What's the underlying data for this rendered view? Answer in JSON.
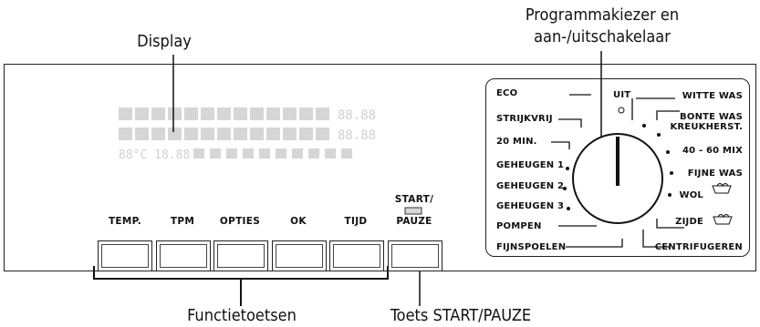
{
  "callouts": {
    "display": "Display",
    "selector_line1": "Programmakiezer en",
    "selector_line2": "aan-/uitschakelaar",
    "function_keys": "Functietoetsen",
    "start_key": "Toets START/PAUZE"
  },
  "buttons": [
    "TEMP.",
    "TPM",
    "OPTIES",
    "OK",
    "TIJD"
  ],
  "start_button": {
    "line1": "START/",
    "line2": "PAUZE"
  },
  "programs_left": [
    "ECO",
    "STRIJKVRIJ",
    "20 MIN.",
    "GEHEUGEN 1",
    "GEHEUGEN 2",
    "GEHEUGEN 3",
    "POMPEN",
    "FIJNSPOELEN"
  ],
  "programs_right": [
    "WITTE WAS",
    "BONTE WAS",
    "KREUKHERST.",
    "40 - 60 MIX",
    "FIJNE WAS",
    "WOL",
    "ZIJDE",
    "CENTRIFUGEREN"
  ],
  "off_label": "UIT",
  "display_digits": {
    "top1": "88.88",
    "top2": "88.88",
    "bottom": "88°C 18.88"
  }
}
